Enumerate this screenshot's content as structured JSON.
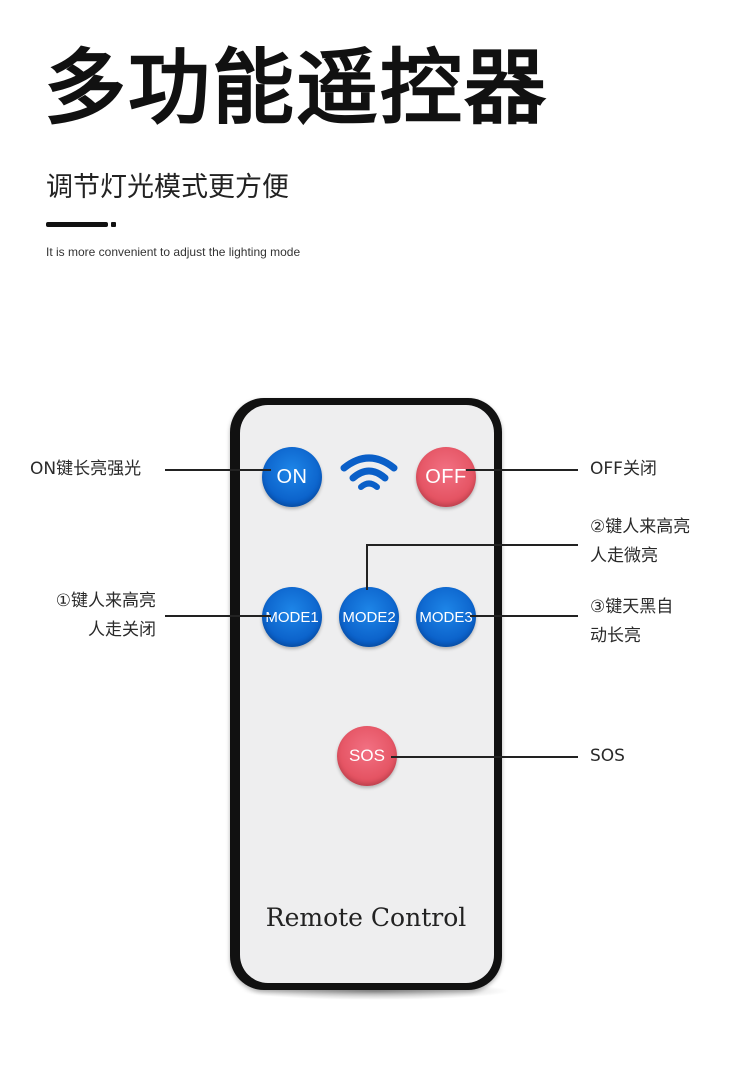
{
  "header": {
    "title": "多功能遥控器",
    "subtitle": "调节灯光模式更方便",
    "english": "It is more convenient to adjust the lighting mode"
  },
  "remote": {
    "brand": "Remote Control",
    "buttons": {
      "on": "ON",
      "off": "OFF",
      "mode1": "MODE1",
      "mode2": "MODE2",
      "mode3": "MODE3",
      "sos": "SOS"
    },
    "signal_icon": "wifi-signal-icon"
  },
  "callouts": {
    "on": "ON键长亮强光",
    "off": "OFF关闭",
    "mode1": [
      "①键人来高亮",
      "人走关闭"
    ],
    "mode2": [
      "②键人来高亮",
      "人走微亮"
    ],
    "mode3": [
      "③键天黑自",
      "动长亮"
    ],
    "sos": "SOS"
  },
  "colors": {
    "blue_button": "#0a5fc8",
    "red_button": "#e3505f",
    "remote_body": "#111111",
    "remote_face": "#eeeeef"
  }
}
